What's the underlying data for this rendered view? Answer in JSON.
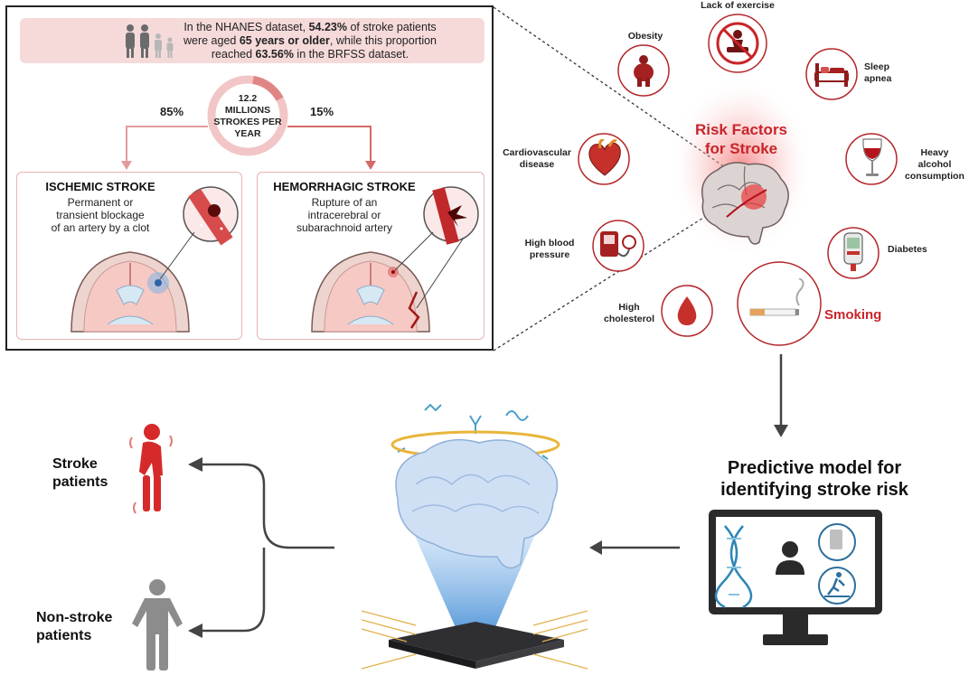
{
  "stats": {
    "line1_pre": "In the NHANES dataset, ",
    "line1_bold": "54.23%",
    "line1_post": " of stroke patients",
    "line2_pre": "were aged ",
    "line2_bold": "65 years or older",
    "line2_post": ", while this proportion",
    "line3_pre": "reached ",
    "line3_bold": "63.56%",
    "line3_post": " in the BRFSS dataset."
  },
  "ring": {
    "line1": "12.2",
    "line2": "MILLIONS",
    "line3": "STROKES PER",
    "line4": "YEAR",
    "ischemic_share": 0.85,
    "hemorrhagic_share": 0.15
  },
  "split": {
    "left_pct": "85%",
    "right_pct": "15%"
  },
  "ischemic": {
    "title": "ISCHEMIC STROKE",
    "desc1": "Permanent or",
    "desc2": "transient blockage",
    "desc3": "of an artery by a clot"
  },
  "hemorrhagic": {
    "title": "HEMORRHAGIC STROKE",
    "desc1": "Rupture of an",
    "desc2": "intracerebral or",
    "desc3": "subarachnoid artery"
  },
  "risk": {
    "title1": "Risk Factors",
    "title2": "for Stroke",
    "lack_exercise": "Lack of exercise",
    "obesity": "Obesity",
    "sleep1": "Sleep",
    "sleep2": "apnea",
    "cardio1": "Cardiovascular",
    "cardio2": "disease",
    "alcohol1": "Heavy",
    "alcohol2": "alcohol",
    "alcohol3": "consumption",
    "bp1": "High blood",
    "bp2": "pressure",
    "diabetes": "Diabetes",
    "chol1": "High",
    "chol2": "cholesterol",
    "smoking": "Smoking"
  },
  "model": {
    "title1": "Predictive model for",
    "title2": "identifying stroke risk"
  },
  "outcomes": {
    "stroke1": "Stroke",
    "stroke2": "patients",
    "non1": "Non-stroke",
    "non2": "patients"
  },
  "colors": {
    "accent_red": "#c8252a",
    "pink_bg": "#f6dada",
    "box_border": "#e9b3b3",
    "blue_glow": "#5aa2e6"
  },
  "icons": [
    "family-icon",
    "brain-icon",
    "apple-scale-icon",
    "no-exercise-icon",
    "bed-icon",
    "heart-icon",
    "wine-glass-icon",
    "blood-pressure-icon",
    "glucose-meter-icon",
    "blood-drop-icon",
    "cigarette-icon",
    "monitor-icon",
    "dna-icon",
    "person-icon",
    "runner-icon",
    "chip-icon",
    "ai-brain-icon",
    "sick-person-icon",
    "healthy-person-icon"
  ]
}
